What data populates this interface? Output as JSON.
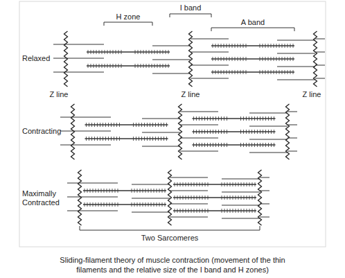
{
  "diagram": {
    "caption": "Sliding-filament theory of muscle contraction (movement of the thin filaments and the relative size of the I band and H zones)",
    "labels": [
      "H zone",
      "I band",
      "A band",
      "Relaxed",
      "Z line",
      "Z line",
      "Z line",
      "Contracting",
      "Maximally Contracted",
      "Two Sarcomeres"
    ]
  }
}
